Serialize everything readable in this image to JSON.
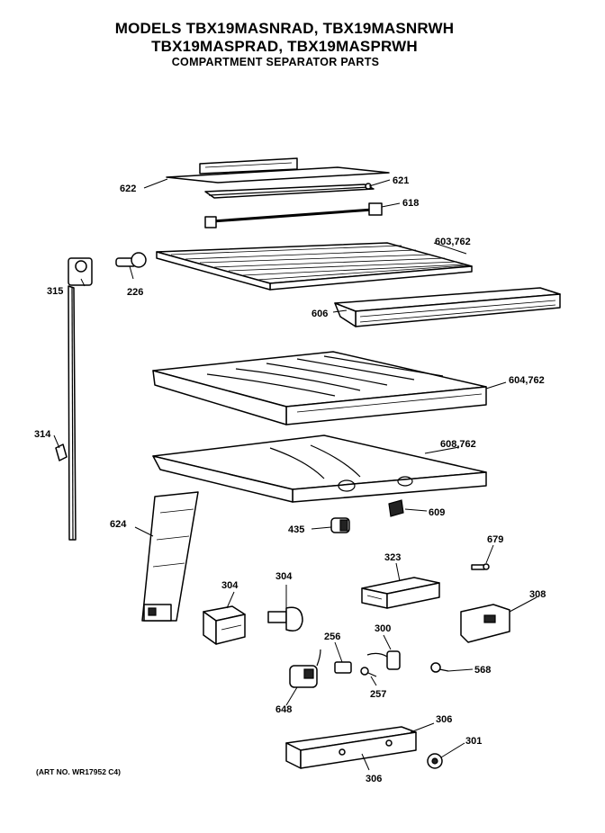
{
  "header": {
    "line1": "MODELS TBX19MASNRAD, TBX19MASNRWH",
    "line2": "TBX19MASPRAD, TBX19MASPRWH",
    "line3": "COMPARTMENT SEPARATOR PARTS"
  },
  "parts": [
    {
      "key": "p622",
      "label": "622"
    },
    {
      "key": "p621",
      "label": "621"
    },
    {
      "key": "p618",
      "label": "618"
    },
    {
      "key": "p603",
      "label": "603,762"
    },
    {
      "key": "p315",
      "label": "315"
    },
    {
      "key": "p226",
      "label": "226"
    },
    {
      "key": "p606",
      "label": "606"
    },
    {
      "key": "p604",
      "label": "604,762"
    },
    {
      "key": "p314",
      "label": "314"
    },
    {
      "key": "p608",
      "label": "608,762"
    },
    {
      "key": "p624",
      "label": "624"
    },
    {
      "key": "p609",
      "label": "609"
    },
    {
      "key": "p435",
      "label": "435"
    },
    {
      "key": "p679",
      "label": "679"
    },
    {
      "key": "p323",
      "label": "323"
    },
    {
      "key": "p304a",
      "label": "304"
    },
    {
      "key": "p304b",
      "label": "304"
    },
    {
      "key": "p308",
      "label": "308"
    },
    {
      "key": "p300",
      "label": "300"
    },
    {
      "key": "p256",
      "label": "256"
    },
    {
      "key": "p568",
      "label": "568"
    },
    {
      "key": "p257",
      "label": "257"
    },
    {
      "key": "p648",
      "label": "648"
    },
    {
      "key": "p306a",
      "label": "306"
    },
    {
      "key": "p301",
      "label": "301"
    },
    {
      "key": "p306b",
      "label": "306"
    }
  ],
  "footer": {
    "art_number": "(ART NO. WR17952 C4)"
  }
}
